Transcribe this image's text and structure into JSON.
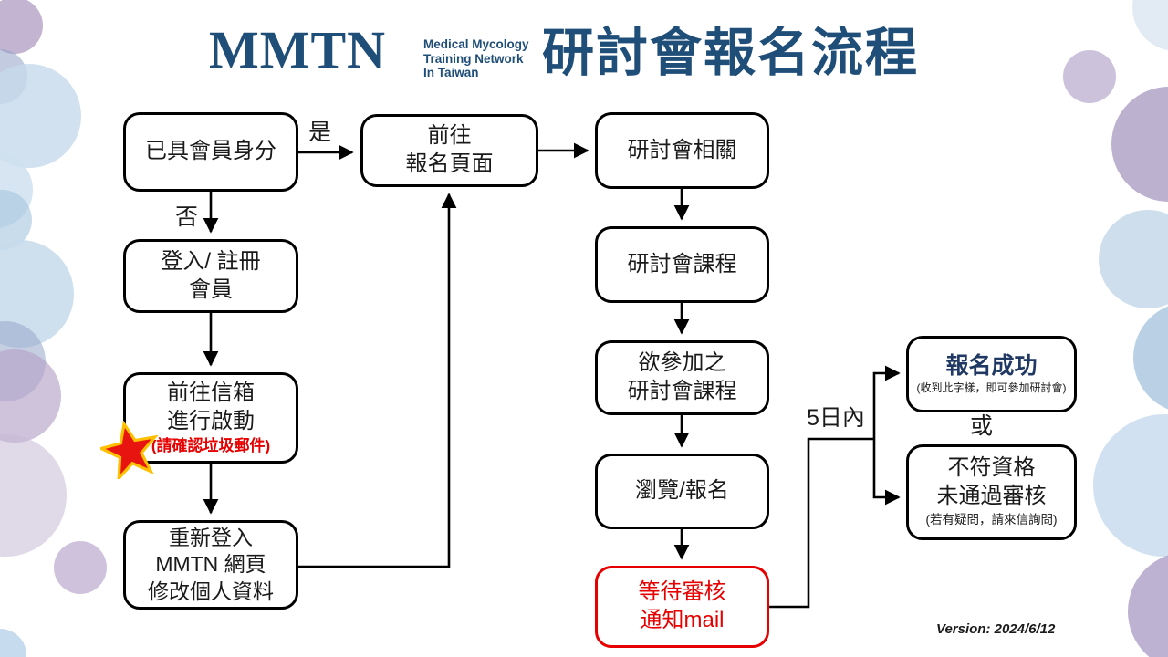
{
  "header": {
    "logo": {
      "acronym": "MMTN",
      "subtitle_line1": "Medical Mycology",
      "subtitle_line2": "Training Network",
      "subtitle_line3": "In Taiwan"
    },
    "title": "研討會報名流程"
  },
  "flowchart": {
    "boxes": {
      "already_member": {
        "lines": [
          "已具會員身分"
        ]
      },
      "login_register": {
        "lines": [
          "登入/ 註冊",
          "會員"
        ]
      },
      "goto_mailbox": {
        "lines": [
          "前往信箱",
          "進行啟動"
        ],
        "warning": "(請確認垃圾郵件)"
      },
      "relogin": {
        "lines": [
          "重新登入",
          "MMTN 網頁",
          "修改個人資料"
        ]
      },
      "goto_registration": {
        "lines": [
          "前往",
          "報名頁面"
        ]
      },
      "seminar_related": {
        "lines": [
          "研討會相關"
        ]
      },
      "seminar_courses": {
        "lines": [
          "研討會課程"
        ]
      },
      "desired_courses": {
        "lines": [
          "欲參加之",
          "研討會課程"
        ]
      },
      "browse_register": {
        "lines": [
          "瀏覽/報名"
        ]
      },
      "wait_review": {
        "lines": [
          "等待審核",
          "通知mail"
        ]
      },
      "success": {
        "title": "報名成功",
        "note": "(收到此字樣，即可參加研討會)"
      },
      "not_qualified": {
        "lines": [
          "不符資格",
          "未通過審核"
        ],
        "note": "(若有疑問，請來信詢問)"
      }
    },
    "labels": {
      "yes": "是",
      "no": "否",
      "within_5_days": "5日內",
      "or": "或"
    }
  },
  "footer": {
    "version": "Version: 2024/6/12"
  },
  "colors": {
    "brand_blue": "#1F4E79",
    "success_blue": "#203864",
    "alert_red": "#E60000",
    "line_black": "#000000",
    "star_yellow": "#FFC000"
  }
}
